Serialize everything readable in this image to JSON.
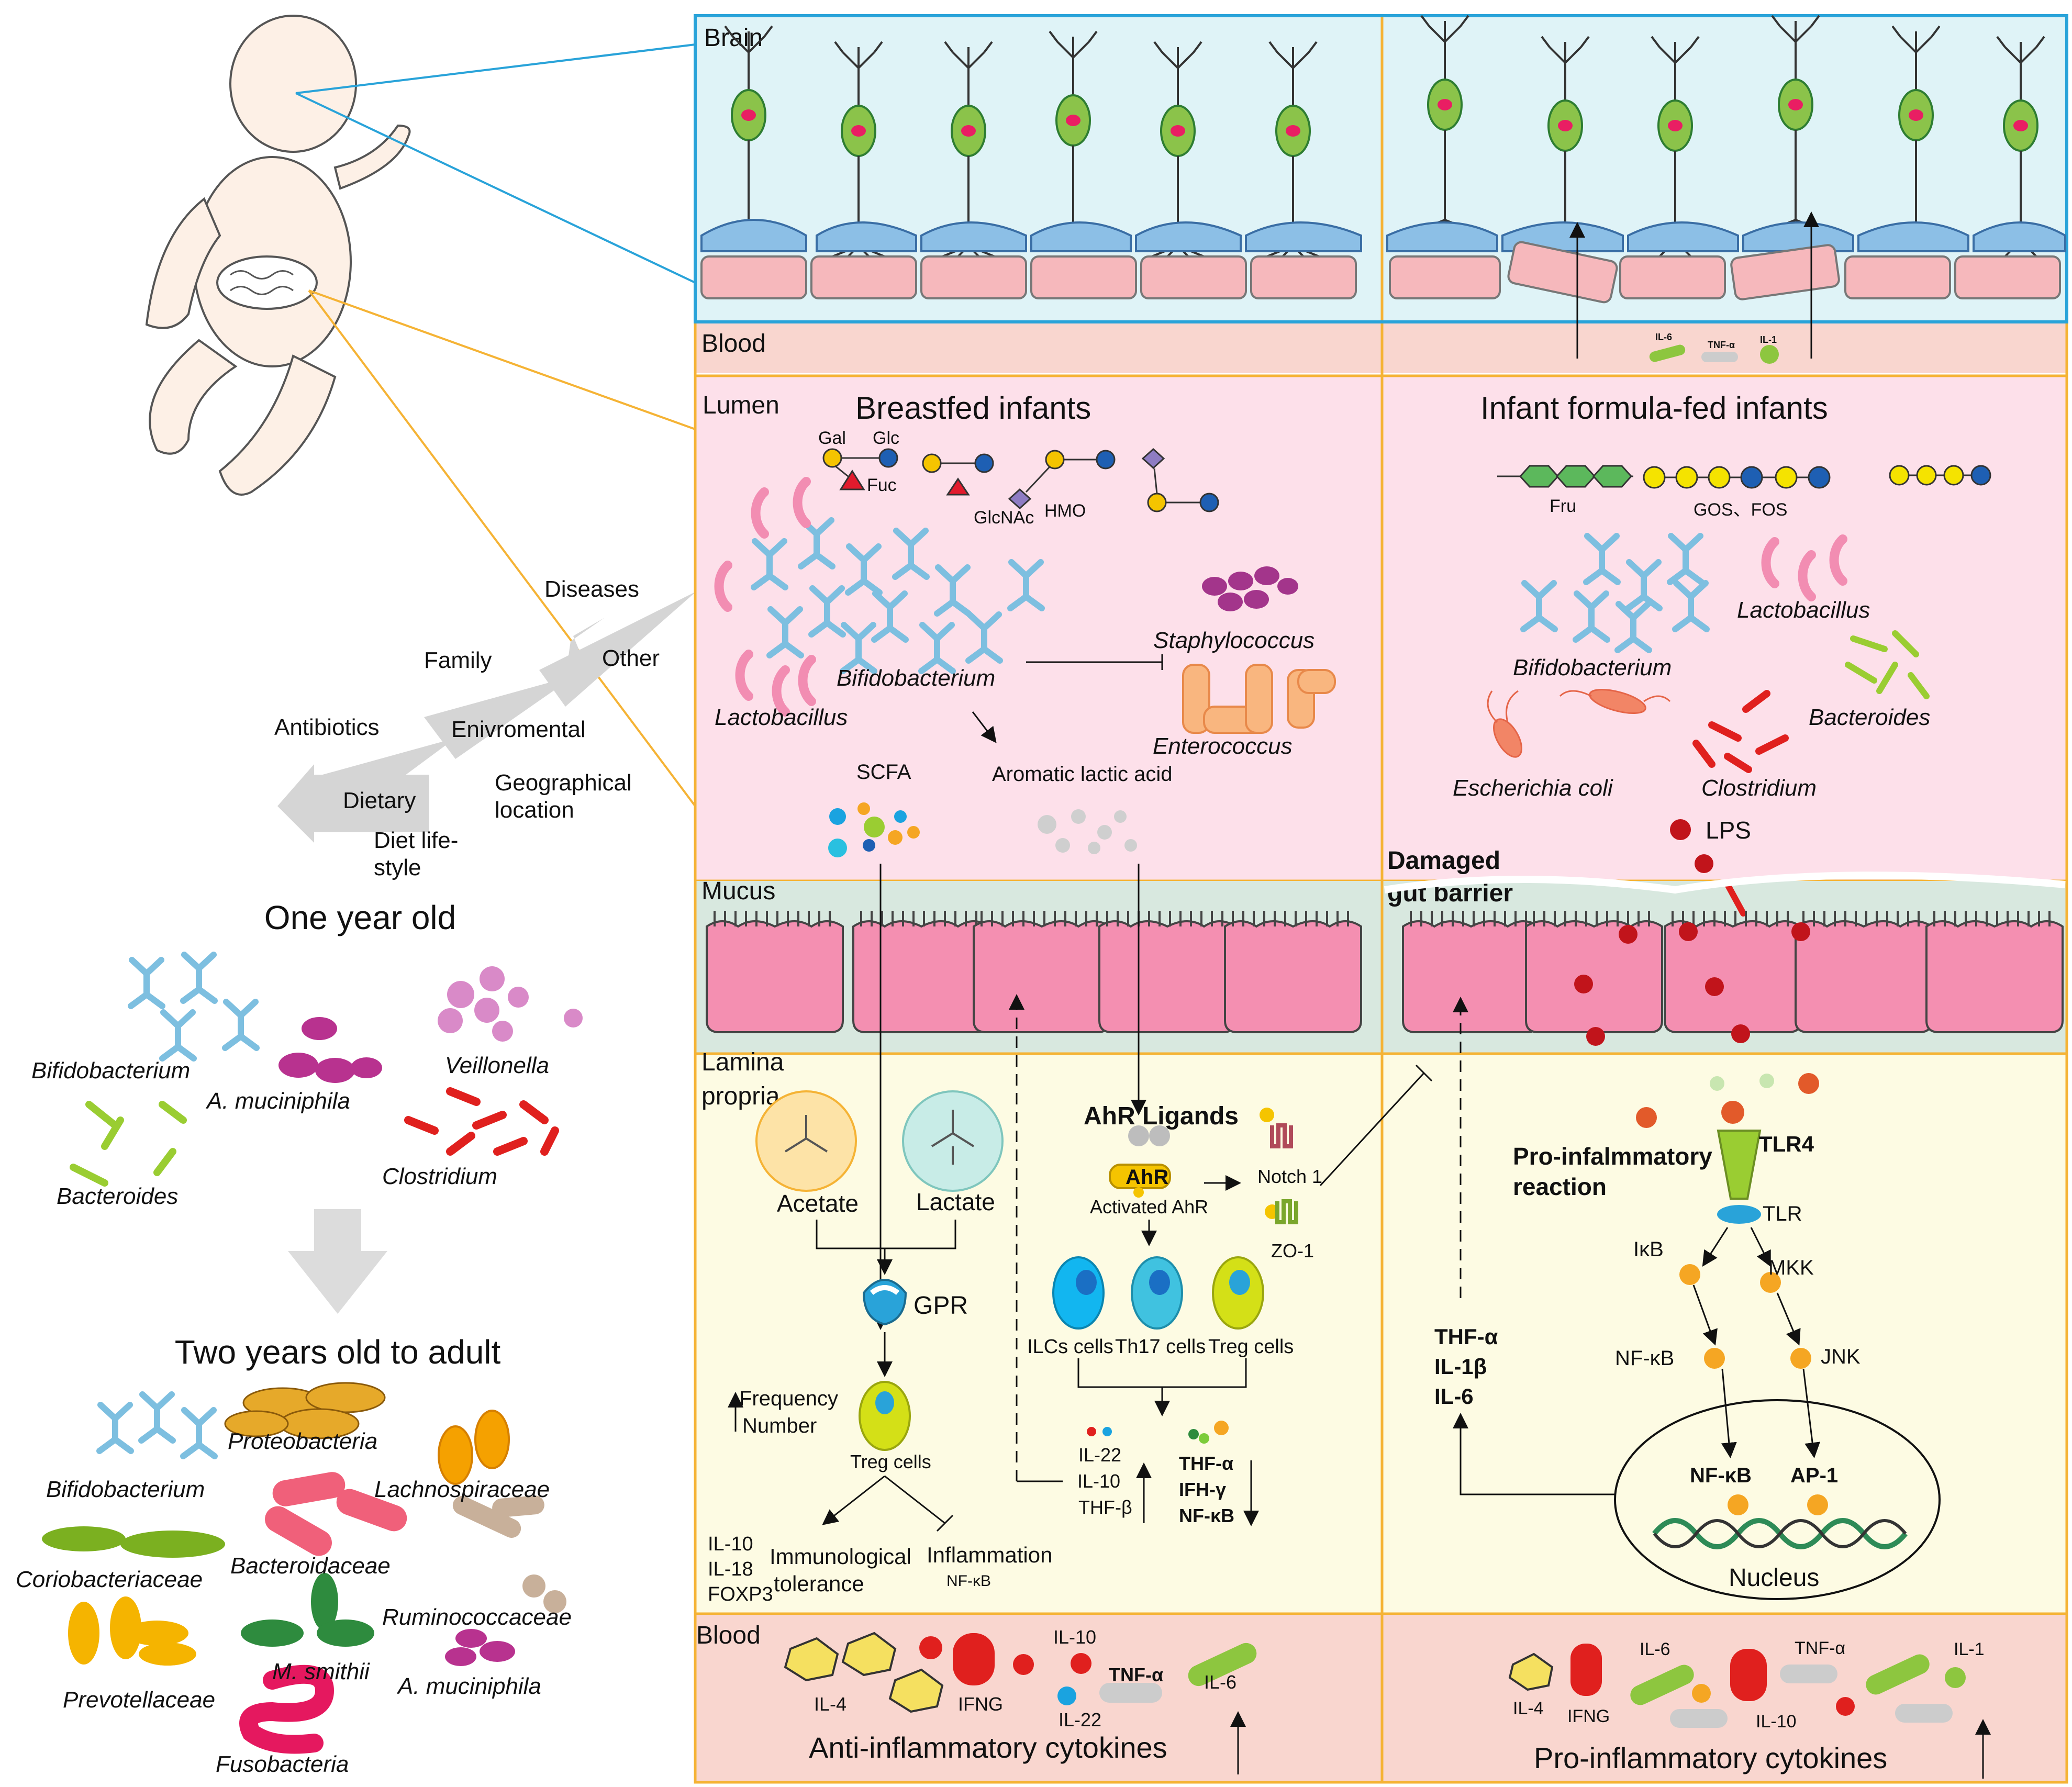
{
  "sections": {
    "brain": "Brain",
    "blood_top": "Blood",
    "lumen": "Lumen",
    "mucus": "Mucus",
    "lamina_propria_1": "Lamina",
    "lamina_propria_2": "propria",
    "blood_bottom": "Blood"
  },
  "titles": {
    "breastfed": "Breastfed infants",
    "formula": "Infant formula-fed infants",
    "one_year": "One year old",
    "two_years": "Two years old to adult",
    "anti_cytokines": "Anti-inflammatory cytokines",
    "pro_cytokines": "Pro-inflammatory cytokines",
    "damaged_1": "Damaged",
    "damaged_2": "gut barrier"
  },
  "factors": {
    "diseases": "Diseases",
    "other": "Other",
    "family": "Family",
    "enviromental": "Enivromental",
    "antibiotics": "Antibiotics",
    "dietary": "Dietary",
    "geo_1": "Geographical",
    "geo_2": "location",
    "diet_1": "Diet life-",
    "diet_2": "style"
  },
  "sugars": {
    "gal": "Gal",
    "glc": "Glc",
    "fuc": "Fuc",
    "glcnac": "GlcNAc",
    "hmo": "HMO",
    "fru": "Fru",
    "gos_fos": "GOS、FOS"
  },
  "bacteria_left": {
    "bifido": "Bifidobacterium",
    "lacto": "Lactobacillus",
    "staph": "Staphylococcus",
    "entero": "Enterococcus"
  },
  "bacteria_right": {
    "bifido": "Bifidobacterium",
    "lacto": "Lactobacillus",
    "bactero": "Bacteroides",
    "ecoli": "Escherichia coli",
    "clost": "Clostridium"
  },
  "one_year": {
    "bifido": "Bifidobacterium",
    "amuc": "A. muciniphila",
    "veil": "Veillonella",
    "bactero": "Bacteroides",
    "clost": "Clostridium"
  },
  "adult": {
    "bifido": "Bifidobacterium",
    "proteo": "Proteobacteria",
    "lachno": "Lachnospiraceae",
    "corio": "Coriobacteriaceae",
    "bacteroidaceae": "Bacteroidaceae",
    "rumino": "Ruminococcaceae",
    "msmithii": "M. smithii",
    "prevo": "Prevotellaceae",
    "amuc": "A. muciniphila",
    "fuso": "Fusobacteria"
  },
  "left_mech": {
    "scfa": "SCFA",
    "aromatic": "Aromatic lactic acid",
    "acetate": "Acetate",
    "lactate": "Lactate",
    "gpr": "GPR",
    "freq_1": "Frequency",
    "freq_2": "Number",
    "treg": "Treg cells",
    "il10": "IL-10",
    "il18": "IL-18",
    "foxp3": "FOXP3",
    "immuno_1": "Immunological",
    "immuno_2": "tolerance",
    "inflam": "Inflammation",
    "inflam_nfkb": "NF-κB",
    "ahr_ligands": "AhR Ligands",
    "ahr": "AhR",
    "activated_ahr": "Activated AhR",
    "notch": "Notch 1",
    "zo1": "ZO-1",
    "ilcs": "ILCs cells",
    "th17": "Th17 cells",
    "treg2": "Treg cells",
    "il22": "IL-22",
    "il10b": "IL-10",
    "thfb": "THF-β",
    "thfa": "THF-α",
    "ifhg": "IFH-γ",
    "nfkb": "NF-κB"
  },
  "right_mech": {
    "lps": "LPS",
    "pro_1": "Pro-infalmmatory",
    "pro_2": "reaction",
    "tlr4": "TLR4",
    "tlr": "TLR",
    "ikb": "IκB",
    "mkk": "MKK",
    "nfkb": "NF-κB",
    "jnk": "JNK",
    "thfa": "THF-α",
    "il1b": "IL-1β",
    "il6": "IL-6",
    "nfkb2": "NF-κB",
    "ap1": "AP-1",
    "nucleus": "Nucleus"
  },
  "blood_top_cytokines": {
    "il6": "IL-6",
    "tnfa": "TNF-α",
    "il1": "IL-1"
  },
  "blood_left_cytokines": {
    "il4": "IL-4",
    "ifng": "IFNG",
    "il10": "IL-10",
    "il22": "IL-22",
    "tnfa": "TNF-α",
    "il6": "IL-6"
  },
  "blood_right_cytokines": {
    "il4": "IL-4",
    "ifng": "IFNG",
    "il6": "IL-6",
    "tnfa": "TNF-α",
    "il1": "IL-1",
    "il10": "IL-10"
  },
  "colors": {
    "brain_bg": "#dff3f7",
    "blood_bg": "#f9d6cf",
    "lumen_bg": "#fde0ea",
    "mucus_bg": "#d8e8df",
    "lamina_bg": "#fdfbe3",
    "bifido": "#7dbfe0",
    "lacto": "#f28db2",
    "frame_orange": "#f5b335",
    "frame_blue": "#29a3d9"
  }
}
